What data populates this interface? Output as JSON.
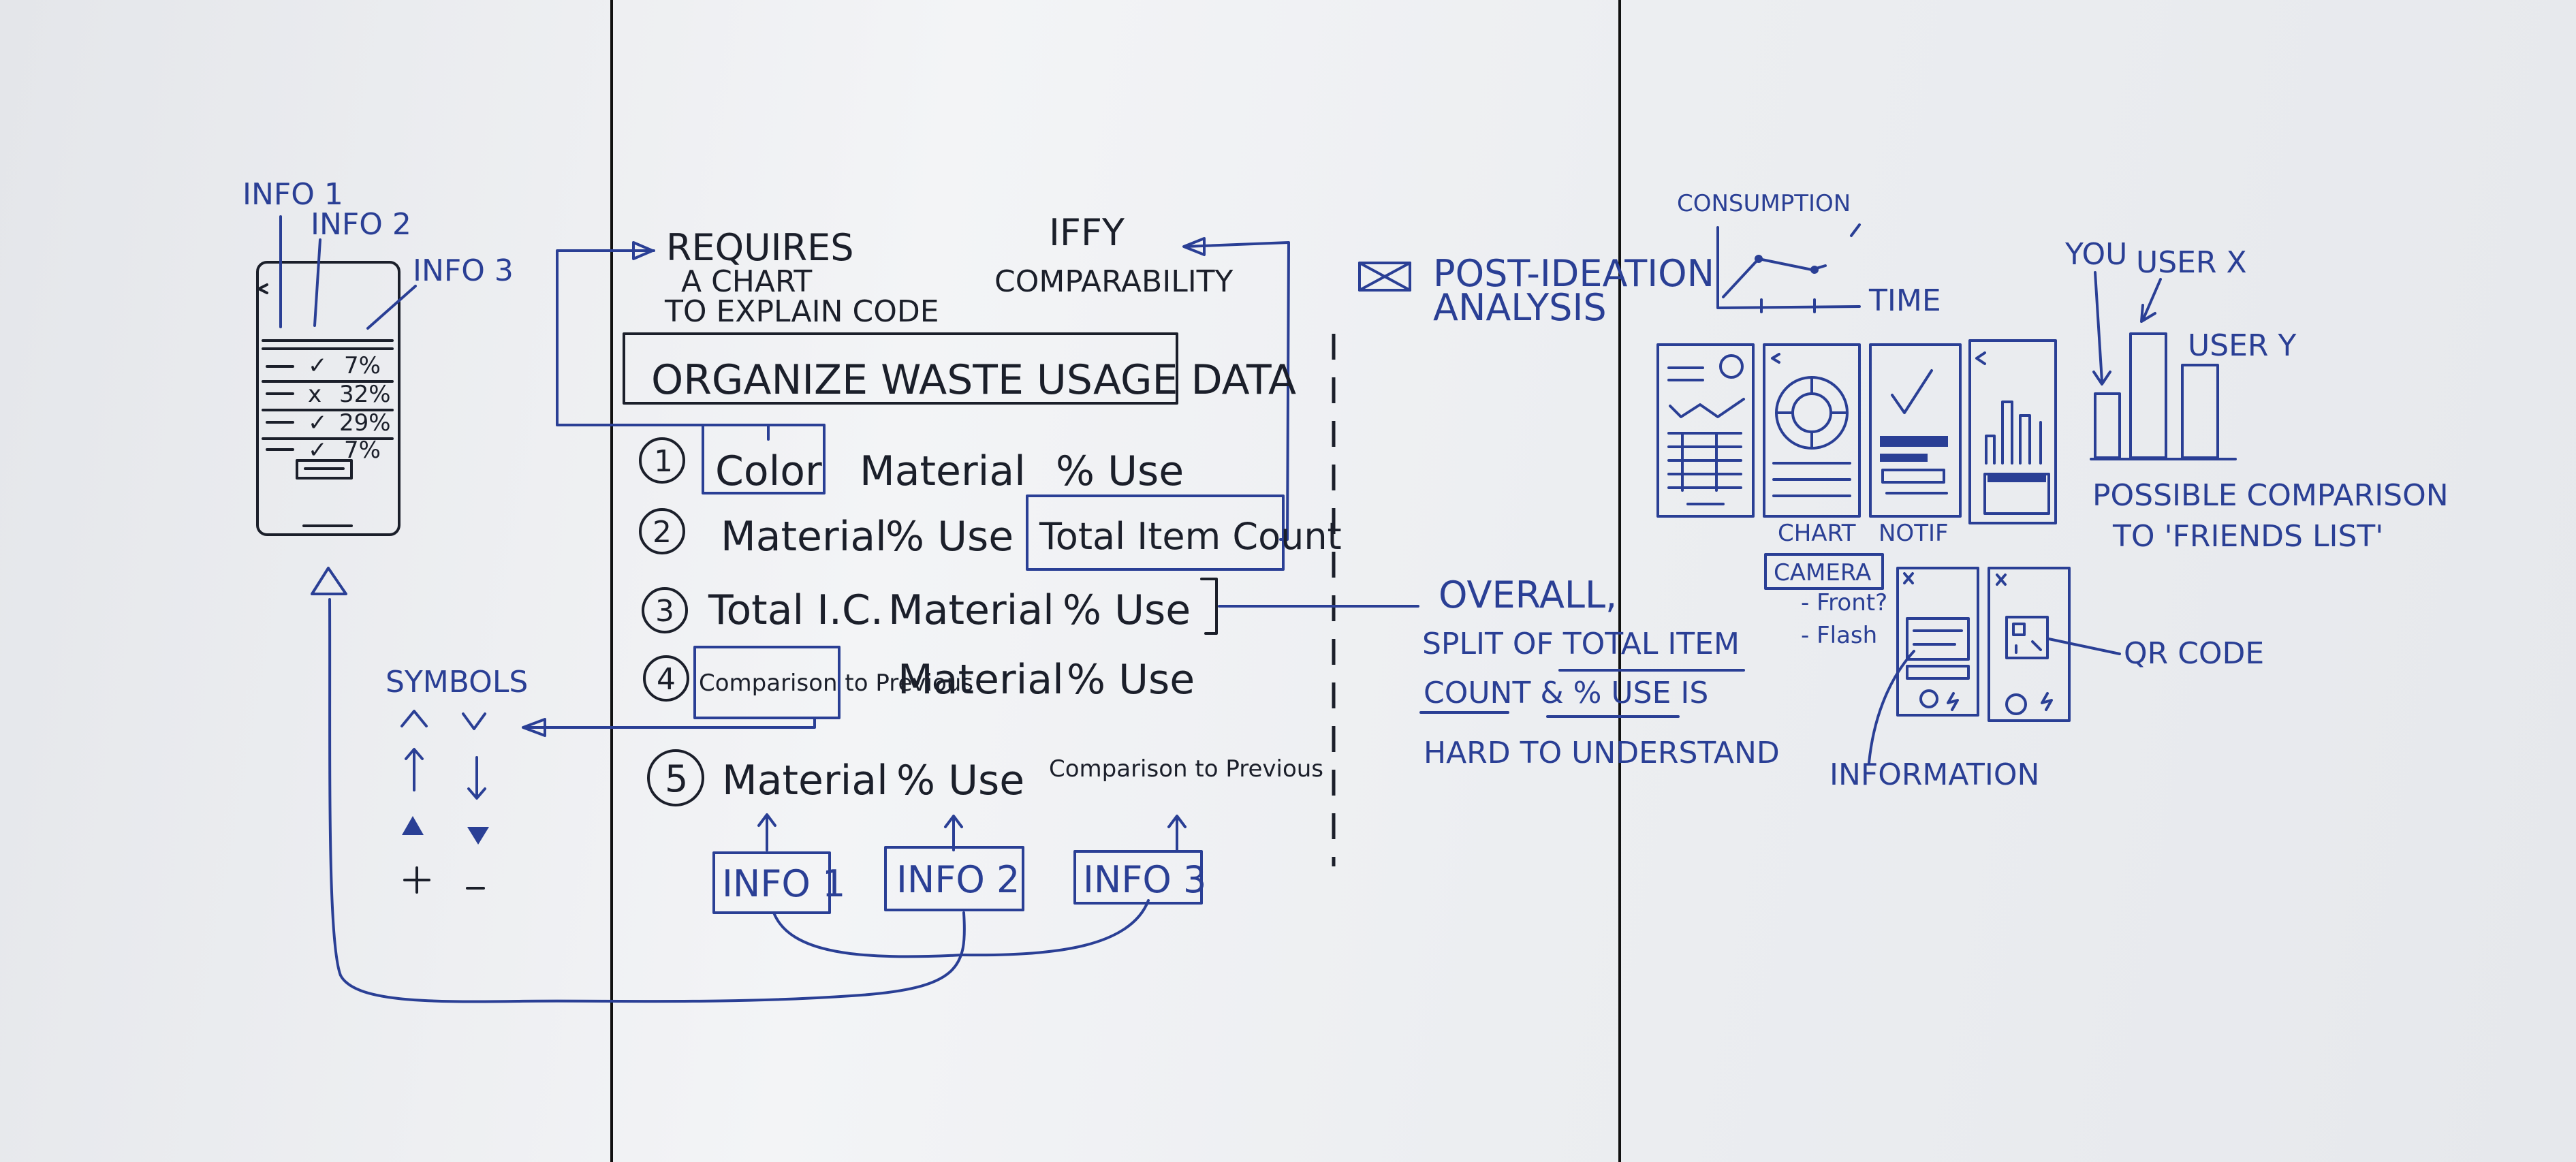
{
  "wireframe": {
    "info1": "INFO 1",
    "info2": "INFO 2",
    "info3": "INFO 3",
    "rows": [
      "7%",
      "32%",
      "29%",
      "7%"
    ],
    "row_marks": [
      "✓",
      "x",
      "✓",
      "✓"
    ]
  },
  "symbols": {
    "title": "SYMBOLS",
    "glyphs": [
      "^",
      "v",
      "↑",
      "↓",
      "▲",
      "▼",
      "+",
      "−"
    ]
  },
  "notes": {
    "requires_chart": [
      "REQUIRES",
      "A CHART",
      "TO EXPLAIN CODE"
    ],
    "iffy": [
      "IFFY",
      "COMPARABILITY"
    ],
    "organize_title": "ORGANIZE WASTE USAGE DATA"
  },
  "options": [
    {
      "num": "1",
      "cols": [
        "Color",
        "Material",
        "% Use"
      ]
    },
    {
      "num": "2",
      "cols": [
        "Material",
        "% Use",
        "Total Item Count"
      ]
    },
    {
      "num": "3",
      "cols": [
        "Total I.C.",
        "Material",
        "% Use"
      ]
    },
    {
      "num": "4",
      "cols": [
        "Comparison to Previous",
        "Material",
        "% Use"
      ]
    },
    {
      "num": "5",
      "cols": [
        "Material",
        "% Use",
        "Comparison to Previous"
      ]
    }
  ],
  "info_boxes": [
    "INFO 1",
    "INFO 2",
    "INFO 3"
  ],
  "post_ideation": {
    "title": [
      "POST-IDEATION",
      "ANALYSIS"
    ],
    "overall": [
      "OVERALL,",
      "SPLIT OF TOTAL ITEM",
      "COUNT & % USE IS",
      "HARD TO UNDERSTAND"
    ]
  },
  "right": {
    "consumption": "CONSUMPTION",
    "time": "TIME",
    "screens": [
      "CHART",
      "NOTIF"
    ],
    "camera": "CAMERA",
    "camera_opts": [
      "- Front?",
      "- Flash"
    ],
    "information": "INFORMATION",
    "qr_code": "QR CODE",
    "you": "YOU",
    "user_x": "USER X",
    "user_y": "USER Y",
    "comparison": [
      "POSSIBLE COMPARISON",
      "TO 'FRIENDS LIST'"
    ]
  },
  "colors": {
    "marker_blue": "#2a3f95",
    "marker_black": "#1b1f2a",
    "board": "#eceef1"
  }
}
